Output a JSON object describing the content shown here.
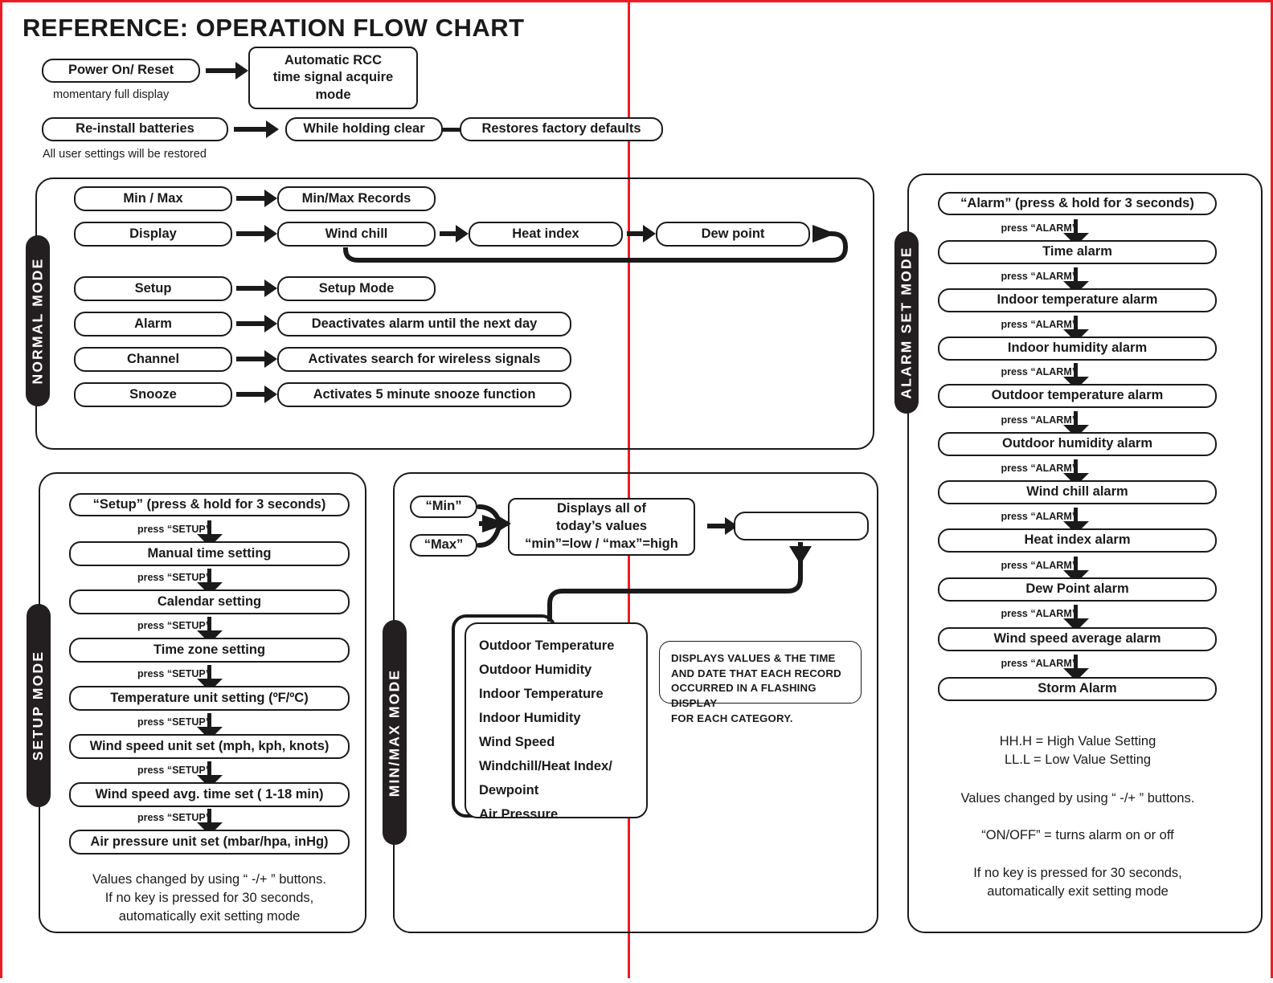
{
  "page": {
    "title": "REFERENCE: OPERATION FLOW CHART",
    "trim_color": "#ec1c24",
    "ink_color": "#1a1a1a"
  },
  "startup": {
    "power_on": "Power On/ Reset",
    "power_on_note": "momentary full display",
    "rcc": "Automatic RCC\ntime signal acquire\nmode",
    "rcc_line1": "Automatic RCC",
    "rcc_line2": "time signal acquire",
    "rcc_line3": "mode",
    "reinstall": "Re-install batteries",
    "holding_clear": "While holding clear",
    "restores": "Restores factory defaults",
    "reinstall_note": "All user settings will be restored"
  },
  "normal_mode": {
    "label": "NORMAL MODE",
    "rows": [
      {
        "key": "Min / Max",
        "result": "Min/Max Records"
      },
      {
        "key": "Display",
        "result": "Wind chill"
      },
      {
        "key": "Setup",
        "result": "Setup Mode"
      },
      {
        "key": "Alarm",
        "result": "Deactivates alarm until the next day"
      },
      {
        "key": "Channel",
        "result": "Activates search for wireless signals"
      },
      {
        "key": "Snooze",
        "result": "Activates 5 minute snooze function"
      }
    ],
    "display_chain": [
      "Wind chill",
      "Heat index",
      "Dew point"
    ]
  },
  "setup_mode": {
    "label": "SETUP MODE",
    "entry": "“Setup” (press & hold for 3 seconds)",
    "press_label": "press “SETUP”",
    "steps": [
      "Manual time setting",
      "Calendar setting",
      "Time zone setting",
      "Temperature unit setting (ºF/ºC)",
      "Wind speed unit set (mph, kph, knots)",
      "Wind speed avg. time set ( 1-18 min)",
      "Air pressure unit set (mbar/hpa, inHg)"
    ],
    "footnote_line1": "Values changed by using “ -/+ ” buttons.",
    "footnote_line2": "If no key is pressed for 30 seconds,",
    "footnote_line3": "automatically exit setting mode"
  },
  "minmax_mode": {
    "label": "MIN/MAX MODE",
    "min_button": "“Min”",
    "max_button": "“Max”",
    "displays_line1": "Displays all of",
    "displays_line2": "today’s values",
    "displays_line3": "“min”=low / “max”=high",
    "empty_box": "",
    "categories": [
      "Outdoor Temperature",
      "Outdoor Humidity",
      "Indoor Temperature",
      "Indoor Humidity",
      "Wind Speed",
      "Windchill/Heat Index/",
      "Dewpoint",
      "Air Pressure"
    ],
    "caption_line1": "DISPLAYS VALUES & THE TIME",
    "caption_line2": "AND DATE THAT EACH RECORD",
    "caption_line3": "OCCURRED IN A FLASHING DISPLAY",
    "caption_line4": "FOR EACH CATEGORY."
  },
  "alarm_mode": {
    "label": "ALARM SET MODE",
    "entry": "“Alarm” (press & hold for 3 seconds)",
    "press_label": "press “ALARM”",
    "steps": [
      "Time alarm",
      "Indoor temperature alarm",
      "Indoor humidity alarm",
      "Outdoor temperature alarm",
      "Outdoor humidity alarm",
      "Wind chill alarm",
      "Heat index alarm",
      "Dew Point alarm",
      "Wind speed average alarm",
      "Storm Alarm"
    ],
    "legend_line1": "HH.H = High Value Setting",
    "legend_line2": "LL.L = Low Value Setting",
    "legend_line3": "Values changed by using “ -/+ ” buttons.",
    "legend_line4": "“ON/OFF” = turns alarm on or off",
    "legend_line5": "If no key is pressed for 30 seconds,",
    "legend_line6": "automatically exit setting mode"
  }
}
